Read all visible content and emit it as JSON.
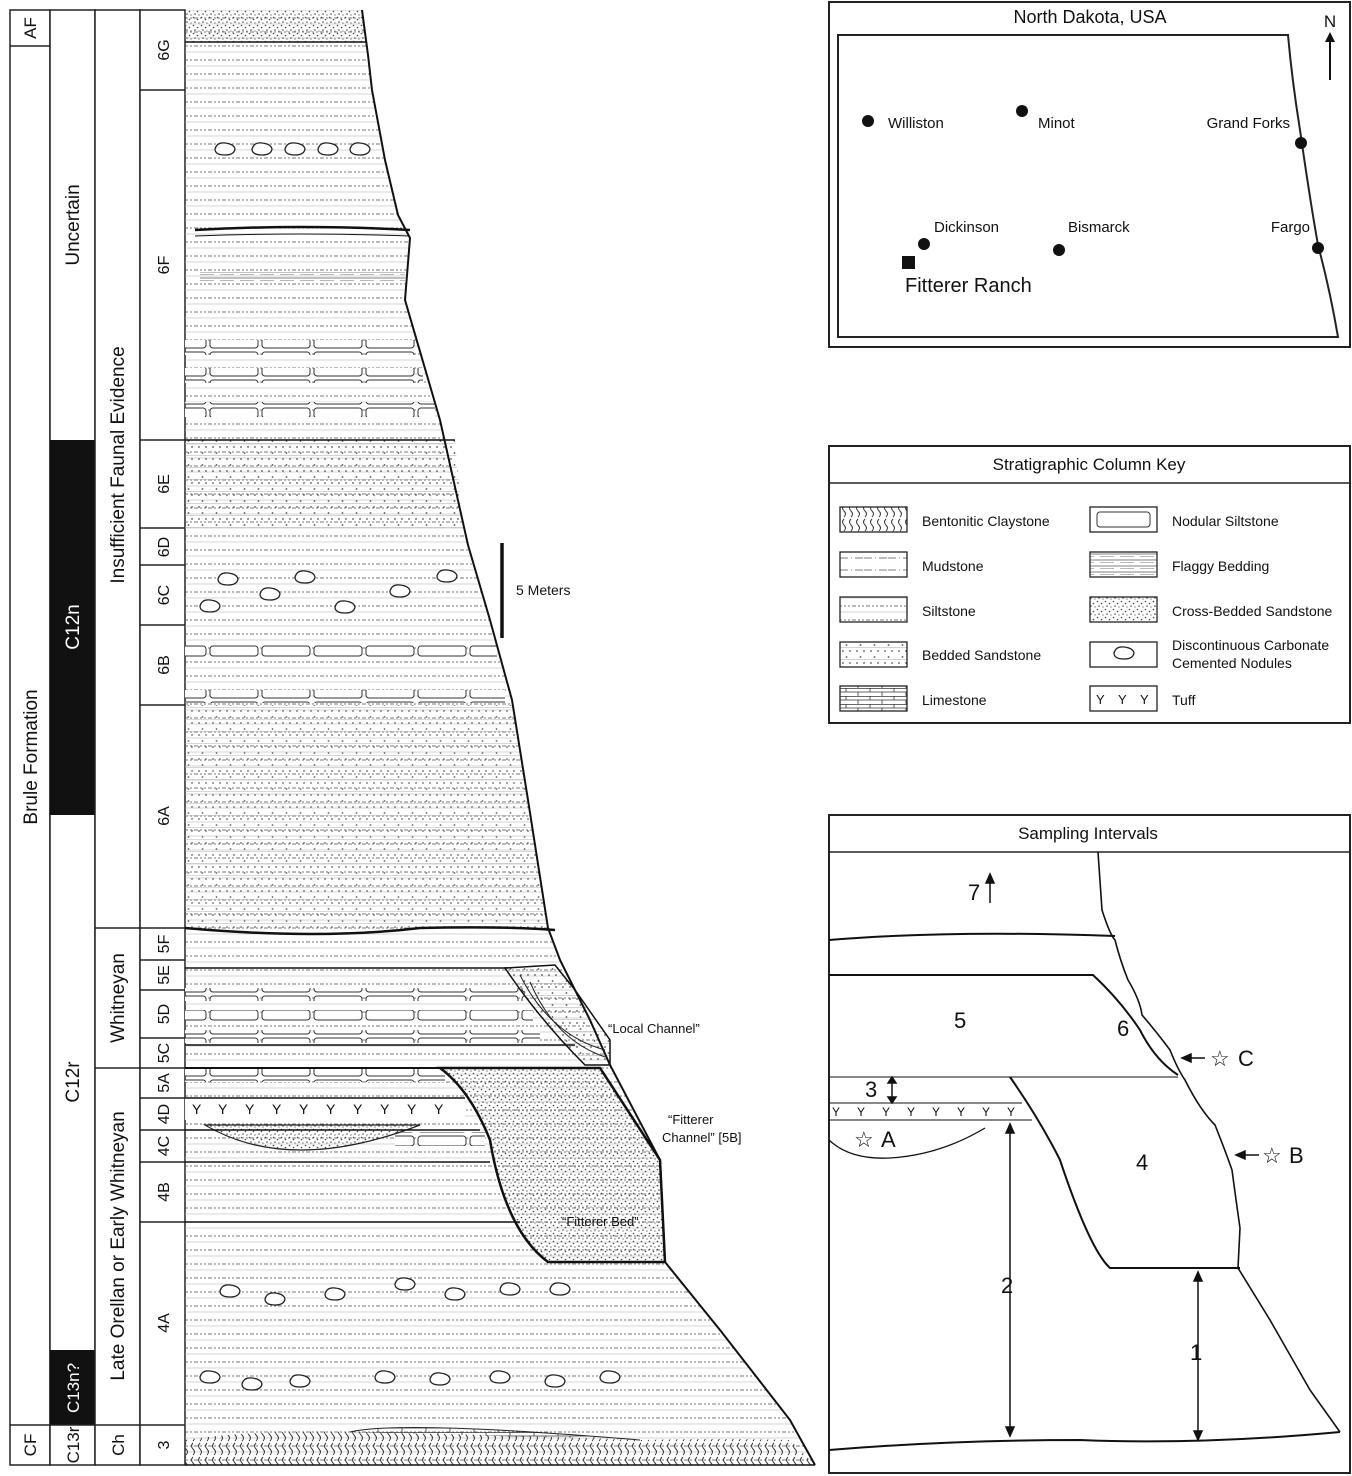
{
  "column": {
    "formations": {
      "upper": "AF",
      "main": "Brule Formation",
      "lower": "CF"
    },
    "magnetochrons": {
      "uncertain": "Uncertain",
      "c12n": "C12n",
      "c12r": "C12r",
      "c13n": "C13n?",
      "c13r": "C13r"
    },
    "faunal_zones": {
      "insufficient": "Insufficient Faunal Evidence",
      "whitneyan": "Whitneyan",
      "orellan": "Late Orellan or Early Whitneyan",
      "chadronian": "Ch"
    },
    "units": [
      "6G",
      "6F",
      "6E",
      "6D",
      "6C",
      "6B",
      "6A",
      "5F",
      "5E",
      "5D",
      "5C",
      "5A",
      "4D",
      "4C",
      "4B",
      "4A",
      "3"
    ],
    "scale_label": "5 Meters",
    "annotations": {
      "local_channel": "“Local Channel”",
      "fitterer_channel_1": "“Fitterer",
      "fitterer_channel_2": "Channel” [5B]",
      "fitterer_bed": "“Fitterer Bed”"
    }
  },
  "map": {
    "title": "North Dakota, USA",
    "north": "N",
    "cities": [
      "Williston",
      "Minot",
      "Grand Forks",
      "Dickinson",
      "Bismarck",
      "Fargo"
    ],
    "site": "Fitterer Ranch"
  },
  "key": {
    "title": "Stratigraphic Column Key",
    "items": [
      {
        "label": "Bentonitic Claystone"
      },
      {
        "label": "Mudstone"
      },
      {
        "label": "Siltstone"
      },
      {
        "label": "Bedded Sandstone"
      },
      {
        "label": "Limestone"
      },
      {
        "label": "Nodular Siltstone"
      },
      {
        "label": "Flaggy Bedding"
      },
      {
        "label": "Cross-Bedded Sandstone"
      },
      {
        "label": "Discontinuous Carbonate",
        "label2": "Cemented Nodules"
      },
      {
        "label": "Tuff"
      }
    ]
  },
  "sampling": {
    "title": "Sampling Intervals",
    "intervals": [
      "7",
      "6",
      "5",
      "3",
      "4",
      "2",
      "1"
    ],
    "stars": [
      "A",
      "B",
      "C"
    ]
  }
}
